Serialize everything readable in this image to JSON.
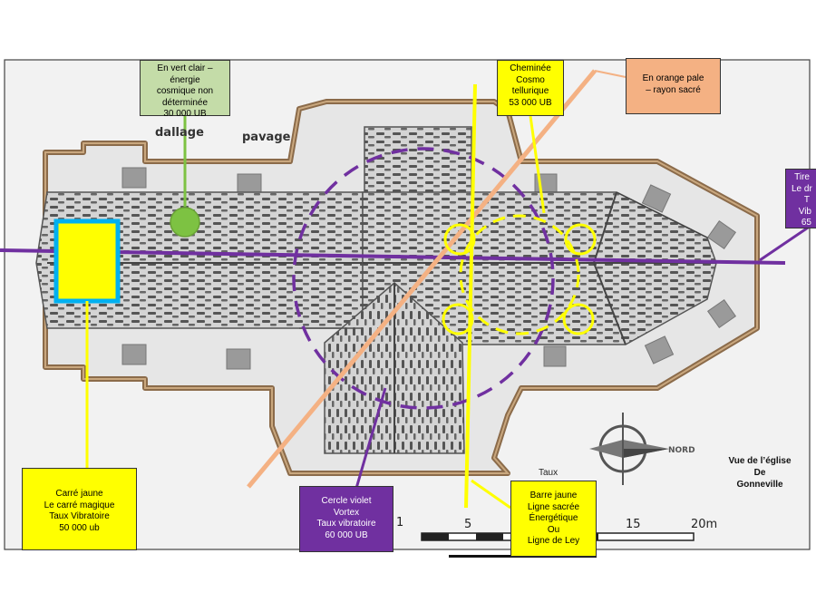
{
  "colors": {
    "green": "#c4dca8",
    "green_dot": "#7dc242",
    "yellow": "#ffff00",
    "orange": "#f4b183",
    "violet": "#7030a0",
    "cyan": "#00b0f0",
    "roof": "#cfcfcf"
  },
  "plan_labels": {
    "dallage": "dallage",
    "pavage": "pavage",
    "nord": "NORD",
    "scale": [
      "1",
      "5",
      "15",
      "20m"
    ]
  },
  "callouts": {
    "green": {
      "lines": [
        "En  vert clair – énergie",
        "cosmique non",
        "déterminée",
        "30 000 UB"
      ]
    },
    "chimney": {
      "lines": [
        "Cheminée",
        "Cosmo",
        "tellurique",
        "53 000 UB"
      ]
    },
    "orange": {
      "lines": [
        "En  orange pale",
        "– rayon sacré"
      ]
    },
    "right_violet": {
      "lines": [
        "Tire",
        "Le dr",
        "T",
        "Vib",
        "65"
      ]
    },
    "yellow_square": {
      "lines": [
        "Carré jaune",
        "Le carré magique",
        "Taux Vibratoire",
        "50 000 ub"
      ]
    },
    "violet_circle": {
      "lines": [
        "Cercle  violet",
        "Vortex",
        "Taux vibratoire",
        "60 000 UB"
      ]
    },
    "yellow_bar": {
      "lines": [
        "Barre jaune",
        "Ligne sacrée",
        "Énergétique",
        "Ou",
        "Ligne de Ley"
      ]
    }
  },
  "taux_label": "Taux",
  "title_lines": [
    "Vue de l’église",
    "De",
    "Gonneville"
  ]
}
